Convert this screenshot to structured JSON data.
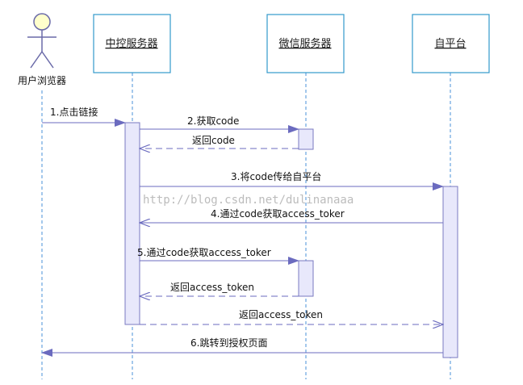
{
  "diagram": {
    "participants": [
      {
        "id": "browser",
        "label": "用户浏览器",
        "kind": "actor"
      },
      {
        "id": "central",
        "label": "中控服务器",
        "kind": "box"
      },
      {
        "id": "wechat",
        "label": "微信服务器",
        "kind": "box"
      },
      {
        "id": "platform",
        "label": "自平台",
        "kind": "box"
      }
    ],
    "messages": [
      {
        "id": "m1",
        "label": "1.点击链接",
        "from": "browser",
        "to": "central",
        "style": "solid"
      },
      {
        "id": "m2",
        "label": "2.获取code",
        "from": "central",
        "to": "wechat",
        "style": "solid"
      },
      {
        "id": "m3",
        "label": "返回code",
        "from": "wechat",
        "to": "central",
        "style": "dashed"
      },
      {
        "id": "m4",
        "label": "3.将code传给自平台",
        "from": "central",
        "to": "platform",
        "style": "solid"
      },
      {
        "id": "m5",
        "label": "4.通过code获取access_toker",
        "from": "platform",
        "to": "central",
        "style": "solid"
      },
      {
        "id": "m6",
        "label": "5.通过code获取access_toker",
        "from": "central",
        "to": "wechat",
        "style": "solid"
      },
      {
        "id": "m7",
        "label": "返回access_token",
        "from": "wechat",
        "to": "central",
        "style": "dashed"
      },
      {
        "id": "m8",
        "label": "返回access_token",
        "from": "central",
        "to": "platform",
        "style": "dashed"
      },
      {
        "id": "m9",
        "label": "6.跳转到授权页面",
        "from": "platform",
        "to": "browser",
        "style": "solid"
      }
    ],
    "watermark": "http://blog.csdn.net/dulinanaaa",
    "colors": {
      "box_border": "#3399cc",
      "box_fill": "#ffffff",
      "lifeline": "#4a90d9",
      "arrow": "#6b6bbf",
      "activation_fill": "#e8e8fb",
      "activation_border": "#7a7ac0",
      "actor_head": "#ffffcc",
      "actor_line": "#6a6aa8"
    }
  }
}
